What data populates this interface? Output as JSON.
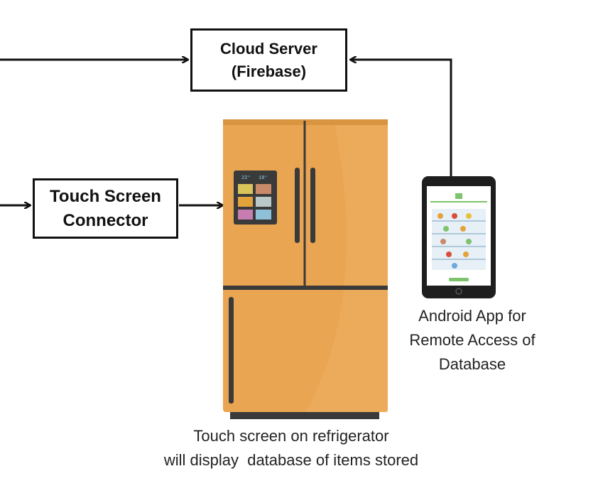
{
  "nodes": {
    "cloud_server": {
      "line1": "Cloud Server",
      "line2": "(Firebase)"
    },
    "touch_connector": {
      "line1": "Touch Screen",
      "line2": "Connector"
    }
  },
  "captions": {
    "android_app": [
      "Android App for",
      "Remote Access of",
      "Database"
    ],
    "refrigerator": [
      "Touch screen on refrigerator",
      "will display  database of items stored"
    ]
  },
  "colors": {
    "fridge_body": "#E9A552",
    "fridge_shadow": "#D99440",
    "fridge_dark": "#3A3A3A",
    "line": "#111111"
  },
  "icons": {
    "refrigerator": "refrigerator-illustration",
    "phone": "android-phone-illustration"
  }
}
